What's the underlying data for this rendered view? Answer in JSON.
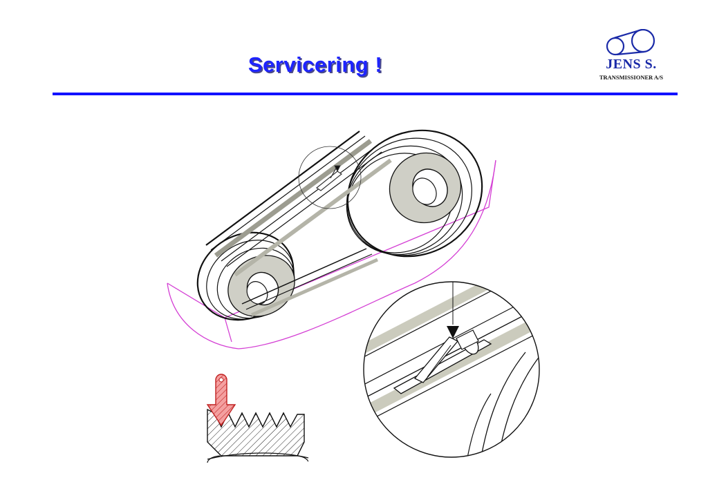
{
  "slide": {
    "title": "Servicering !"
  },
  "logo": {
    "name": "JENS S.",
    "subtitle": "TRANSMISSIONER A/S",
    "icon": "two-pulley-belt-icon"
  },
  "colors": {
    "title": "#1e24ff",
    "rule": "#1212ff",
    "logo": "#1a2aa8",
    "tray_outline": "#d43fd4",
    "belt_fill": "#c8c8bc",
    "indicator_arrow": "#e06060"
  },
  "figures": {
    "main_drawing": "belt-drive-on-tray",
    "detail": "belt-tension-gauge-detail",
    "groove_section": "pulley-groove-cross-section"
  }
}
